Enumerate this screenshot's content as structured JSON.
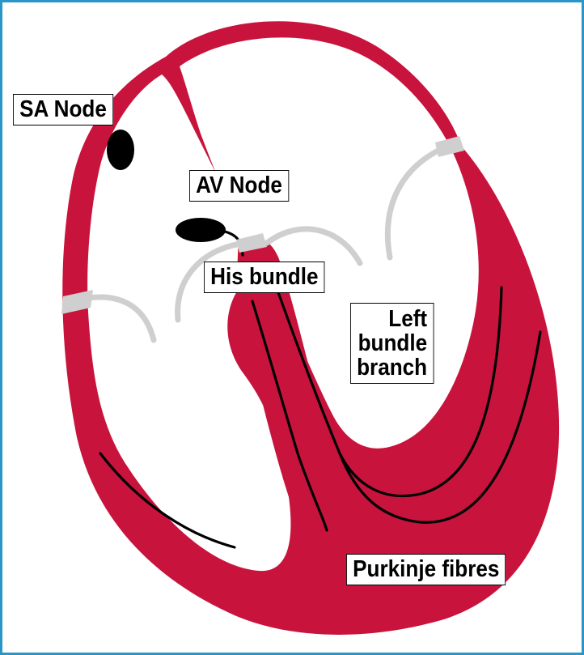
{
  "labels": {
    "sa_node": "SA Node",
    "av_node": "AV Node",
    "his_bundle": "His bundle",
    "left_bundle_branch": [
      "Left",
      "bundle",
      "branch"
    ],
    "purkinje_fibres": "Purkinje fibres"
  },
  "colors": {
    "muscle": "#c8143c",
    "outline": "#000000",
    "valve": "#cfcfcf",
    "frame": "#2a95c6",
    "background": "#ffffff"
  }
}
